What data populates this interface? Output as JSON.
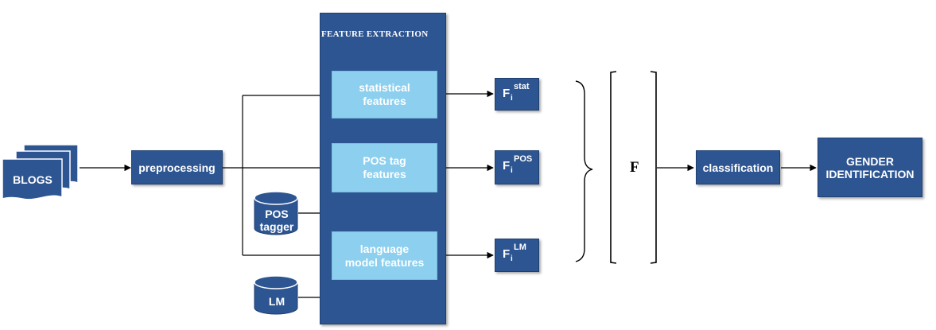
{
  "blogs": {
    "label": "BLOGS"
  },
  "preprocessing": {
    "label": "preprocessing"
  },
  "feature_extraction": {
    "title": "FEATURE EXTRACTION",
    "statistical": {
      "line1": "statistical",
      "line2": "features"
    },
    "pos": {
      "line1": "POS tag",
      "line2": "features"
    },
    "lm": {
      "line1": "language",
      "line2": "model features"
    }
  },
  "pos_tagger": {
    "line1": "POS",
    "line2": "tagger"
  },
  "lm_db": {
    "label": "LM"
  },
  "outputs": {
    "stat": {
      "base": "F",
      "sub": "i",
      "sup": "stat"
    },
    "pos": {
      "base": "F",
      "sub": "i",
      "sup": "POS"
    },
    "lm": {
      "base": "F",
      "sub": "i",
      "sup": "LM"
    }
  },
  "combined": {
    "label": "F"
  },
  "classification": {
    "label": "classification"
  },
  "gender": {
    "line1": "GENDER",
    "line2": "IDENTIFICATION"
  },
  "colors": {
    "dark_blue": "#2d5592",
    "light_blue": "#8ccfee",
    "line": "#000000"
  }
}
